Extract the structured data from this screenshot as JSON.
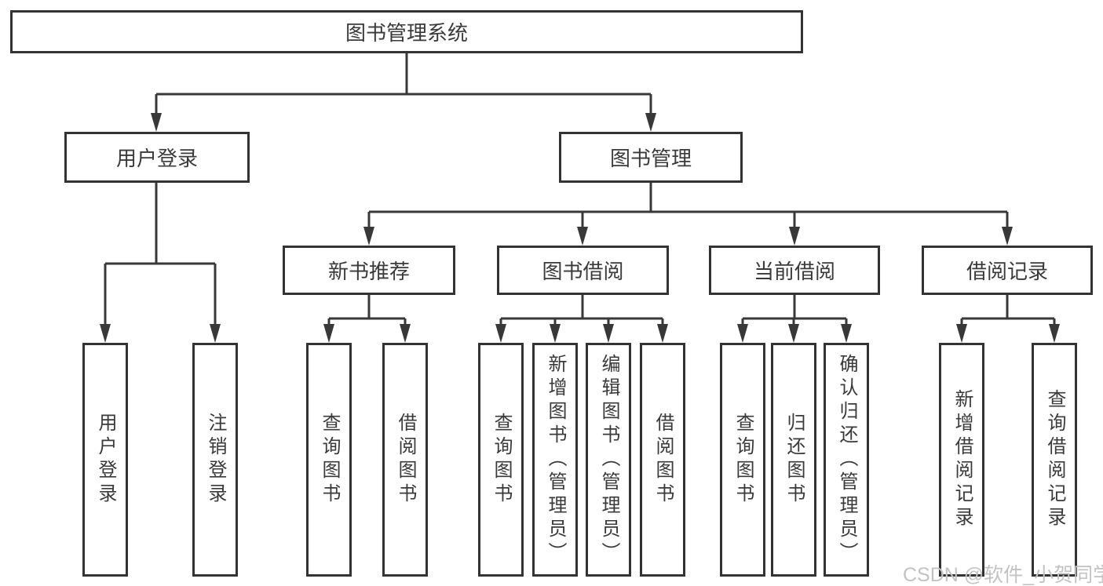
{
  "tree": {
    "label": "图书管理系统",
    "children": [
      {
        "label": "用户登录",
        "children": [
          {
            "label": "用户登录"
          },
          {
            "label": "注销登录"
          }
        ]
      },
      {
        "label": "图书管理",
        "children": [
          {
            "label": "新书推荐",
            "children": [
              {
                "label": "查询图书"
              },
              {
                "label": "借阅图书"
              }
            ]
          },
          {
            "label": "图书借阅",
            "children": [
              {
                "label": "查询图书"
              },
              {
                "label": "新增图书（管理员）"
              },
              {
                "label": "编辑图书（管理员）"
              },
              {
                "label": "借阅图书"
              }
            ]
          },
          {
            "label": "当前借阅",
            "children": [
              {
                "label": "查询图书"
              },
              {
                "label": "归还图书"
              },
              {
                "label": "确认归还（管理员）"
              }
            ]
          },
          {
            "label": "借阅记录",
            "children": [
              {
                "label": "新增借阅记录"
              },
              {
                "label": "查询借阅记录"
              }
            ]
          }
        ]
      }
    ]
  },
  "watermark": {
    "text": "CSDN @软件_小贺同学"
  },
  "colors": {
    "line": "#383838",
    "border": "#333333",
    "text": "#3a3a3a",
    "watermark": "#c3c3c3",
    "background": "#ffffff"
  }
}
